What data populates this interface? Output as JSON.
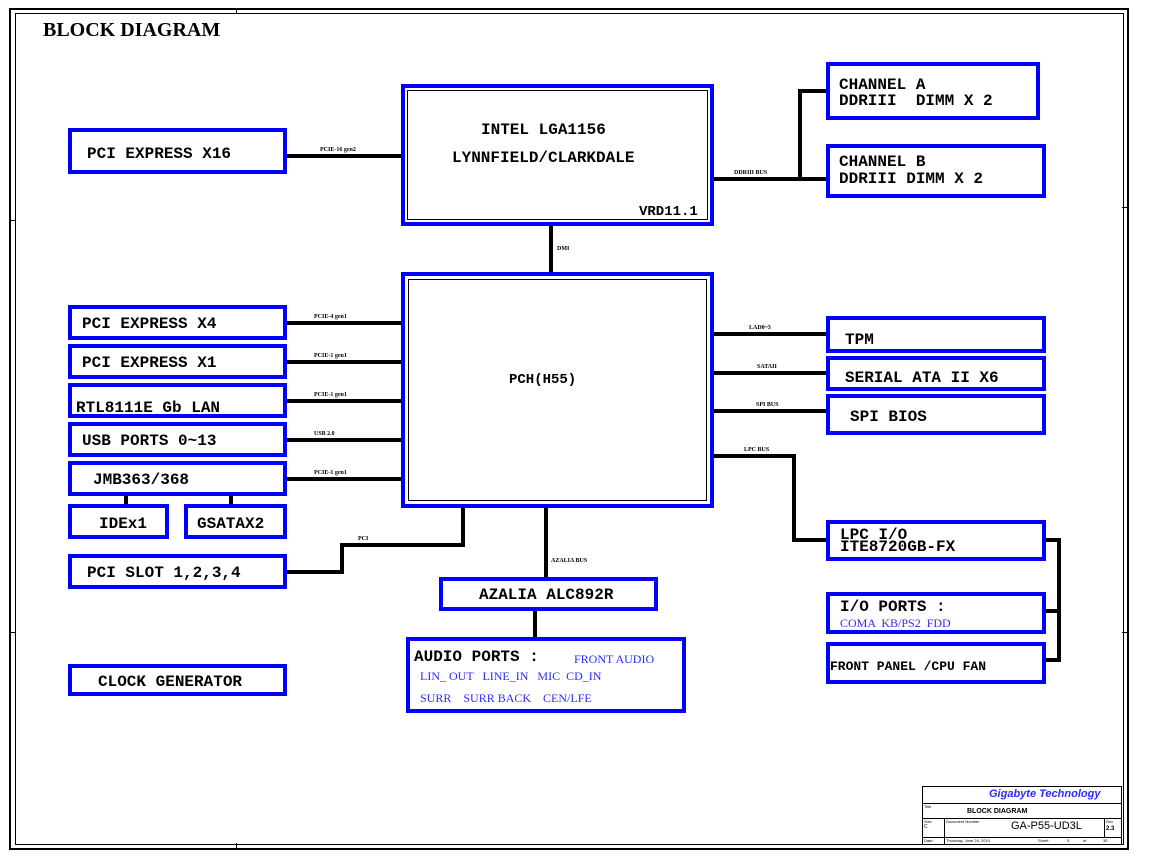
{
  "title": "BLOCK DIAGRAM",
  "colors": {
    "block_border": "#0000ff",
    "sub_text": "#2a2aff",
    "wire": "#000000",
    "company": "#2a2aff"
  },
  "cpu": {
    "line1": "INTEL LGA1156",
    "line2": "LYNNFIELD/CLARKDALE",
    "vrd": "VRD11.1"
  },
  "pch": {
    "label": "PCH(H55)"
  },
  "blocks": {
    "pcie_x16": "PCI EXPRESS X16",
    "channel_a_1": "CHANNEL A",
    "channel_a_2": "DDRIII  DIMM X 2",
    "channel_b_1": "CHANNEL B",
    "channel_b_2": "DDRIII DIMM X 2",
    "pcie_x4": "PCI EXPRESS X4",
    "pcie_x1": "PCI EXPRESS X1",
    "lan": "RTL8111E Gb LAN",
    "usb": "USB PORTS 0~13",
    "jmb": "JMB363/368",
    "ide": "IDEx1",
    "gsata": "GSATAX2",
    "pci_slot": "PCI SLOT 1,2,3,4",
    "clock": "CLOCK GENERATOR",
    "tpm": "TPM",
    "sata": "SERIAL ATA II X6",
    "spi": "SPI BIOS",
    "lpc_1": "LPC I/O",
    "lpc_2": "ITE8720GB-FX",
    "io_ports": "I/O PORTS :",
    "io_ports_sub": "COMA  KB/PS2  FDD",
    "front_panel": "FRONT PANEL /CPU FAN",
    "azalia": "AZALIA ALC892R",
    "audio_ports": "AUDIO PORTS :",
    "audio_front": "FRONT AUDIO",
    "audio_row1": "LIN_ OUT   LINE_IN   MIC  CD_IN",
    "audio_row2": "SURR    SURR BACK    CEN/LFE"
  },
  "buses": {
    "pcie16": "PCIE-16 gen2",
    "ddr": "DDRIII BUS",
    "dmi": "DMI",
    "pcie4": "PCIE-4 gen1",
    "pcie1_a": "PCIE-1 gen1",
    "pcie1_b": "PCIE-1 gen1",
    "usb": "USB 2.0",
    "pcie1_c": "PCIE-1 gen1",
    "pci": "PCI",
    "lad": "LAD0~3",
    "sataii": "SATAII",
    "spi": "SPI BUS",
    "lpc": "LPC BUS",
    "azalia": "AZALIA BUS"
  },
  "title_block": {
    "company": "Gigabyte Technology",
    "title_label": "Title",
    "title_value": "BLOCK DIAGRAM",
    "size_label": "Size",
    "size_value": "C",
    "docnum_label": "Document Number",
    "docnum_value": "GA-P55-UD3L",
    "rev_label": "Rev",
    "rev_value": "2.3",
    "date_label": "Date:",
    "date_value": "Thursday, June 24, 2010",
    "sheet_label": "Sheet",
    "sheet_value": "3",
    "of_label": "of",
    "sheet_total": "35"
  }
}
